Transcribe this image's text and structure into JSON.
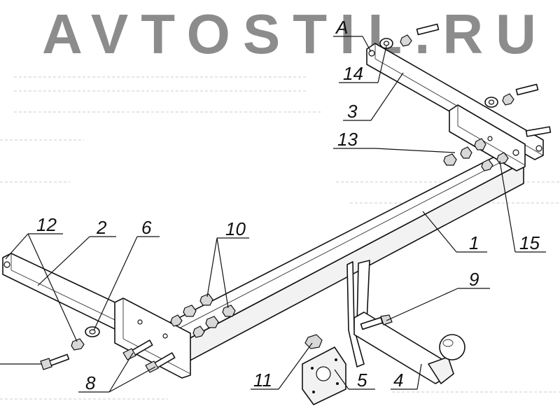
{
  "watermark": {
    "text": "AVTOSTIL.RU"
  },
  "callouts": {
    "a": "A",
    "c14": "14",
    "c3": "3",
    "c13": "13",
    "c15": "15",
    "c1": "1",
    "c9": "9",
    "c12": "12",
    "c2": "2",
    "c6": "6",
    "c10": "10",
    "c11": "11",
    "c5": "5",
    "c4": "4",
    "c8": "8"
  }
}
